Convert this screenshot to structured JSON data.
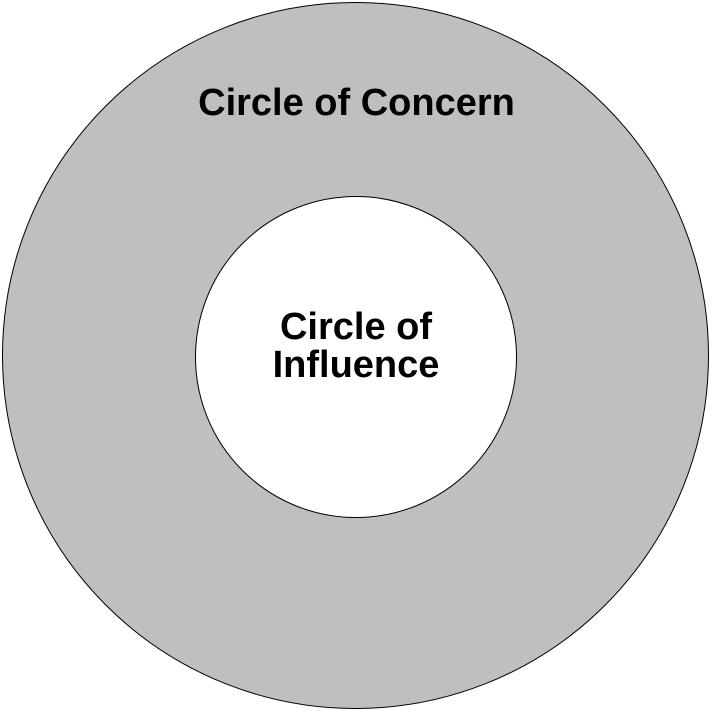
{
  "outer_circle": {
    "label": "Circle of Concern",
    "fill": "#bfbfbf"
  },
  "inner_circle": {
    "label_line1": "Circle of",
    "label_line2": "Influence",
    "fill": "#ffffff"
  }
}
